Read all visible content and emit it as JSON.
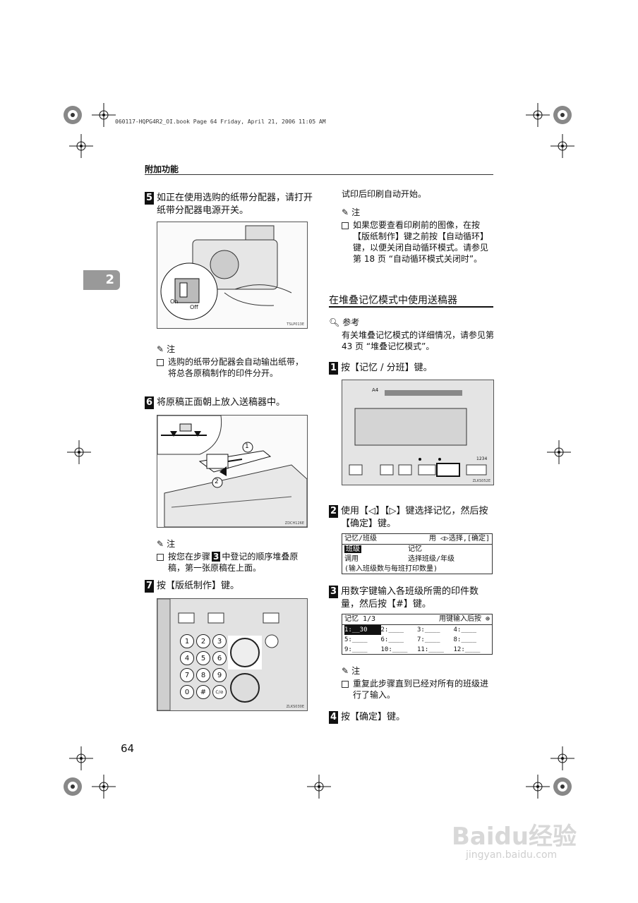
{
  "book_line": "060117-HQPG4R2_OI.book  Page 64  Friday, April 21, 2006  11:05 AM",
  "header": "附加功能",
  "chapter_tab": "2",
  "page_number": "64",
  "left": {
    "step5": {
      "num": "5",
      "text": "如正在使用选购的纸带分配器，请打开纸带分配器电源开关。"
    },
    "fig1": {
      "caption": "TSLP013E",
      "on": "On",
      "off": "Off"
    },
    "note1": {
      "title": "注",
      "items": [
        "选购的纸带分配器会自动输出纸带，将总各原稿制作的印件分开。"
      ]
    },
    "step6": {
      "num": "6",
      "text": "将原稿正面朝上放入送稿器中。"
    },
    "fig2": {
      "caption": "ZDCH126E",
      "mark1": "1",
      "mark2": "2"
    },
    "note2": {
      "title": "注",
      "items_before": "按您在步骤",
      "items_ref": "3",
      "items_after": "中登记的顺序堆叠原稿，第一张原稿在上面。"
    },
    "step7": {
      "num": "7",
      "text": "按【版纸制作】键。"
    },
    "fig3": {
      "caption": "ZLKS030E",
      "keys": [
        "1",
        "2",
        "3",
        "4",
        "5",
        "6",
        "7",
        "8",
        "9",
        "0",
        "#",
        "C/⊘"
      ]
    }
  },
  "right": {
    "intro": "试印后印刷自动开始。",
    "note3": {
      "title": "注",
      "items": [
        "如果您要查看印刷前的图像，在按【版纸制作】键之前按【自动循环】键，以便关闭自动循环模式。请参见第 18 页 “自动循环模式关闭时”。"
      ]
    },
    "section_title": "在堆叠记忆模式中使用送稿器",
    "ref": {
      "title": "参考",
      "text": "有关堆叠记忆模式的详细情况，请参见第 43 页 “堆叠记忆模式”。"
    },
    "step1": {
      "num": "1",
      "text": "按【记忆 / 分班】键。"
    },
    "fig4": {
      "caption": "ZLKS052E",
      "a4": "A4",
      "counter": "1234"
    },
    "step2": {
      "num": "2",
      "text": "使用【◁】【▷】键选择记忆，然后按【确定】键。"
    },
    "lcd1": {
      "row1_left": "记忆/班级",
      "row1_right": "用 ◁▷选择,[确定]",
      "row2_left": "班级",
      "row2_right": "记忆",
      "row3_left": "调用",
      "row3_right": "选择班级/年级",
      "row4": "(输入班级数与每班打印数量)"
    },
    "step3": {
      "num": "3",
      "text": "用数字键输入各班级所需的印件数量，然后按【#】键。"
    },
    "lcd2": {
      "title_left": "记忆 1/3",
      "title_right": "用键输入后按 ⊕",
      "cells": [
        "1:__30",
        "2:____",
        "3:____",
        "4:____",
        "5:____",
        "6:____",
        "7:____",
        "8:____",
        "9:____",
        "10:____",
        "11:____",
        "12:____"
      ]
    },
    "note4": {
      "title": "注",
      "items": [
        "重复此步骤直到已经对所有的班级进行了输入。"
      ]
    },
    "step4": {
      "num": "4",
      "text": "按【确定】键。"
    }
  },
  "watermark": {
    "brand": "Baidu经验",
    "url": "jingyan.baidu.com"
  }
}
